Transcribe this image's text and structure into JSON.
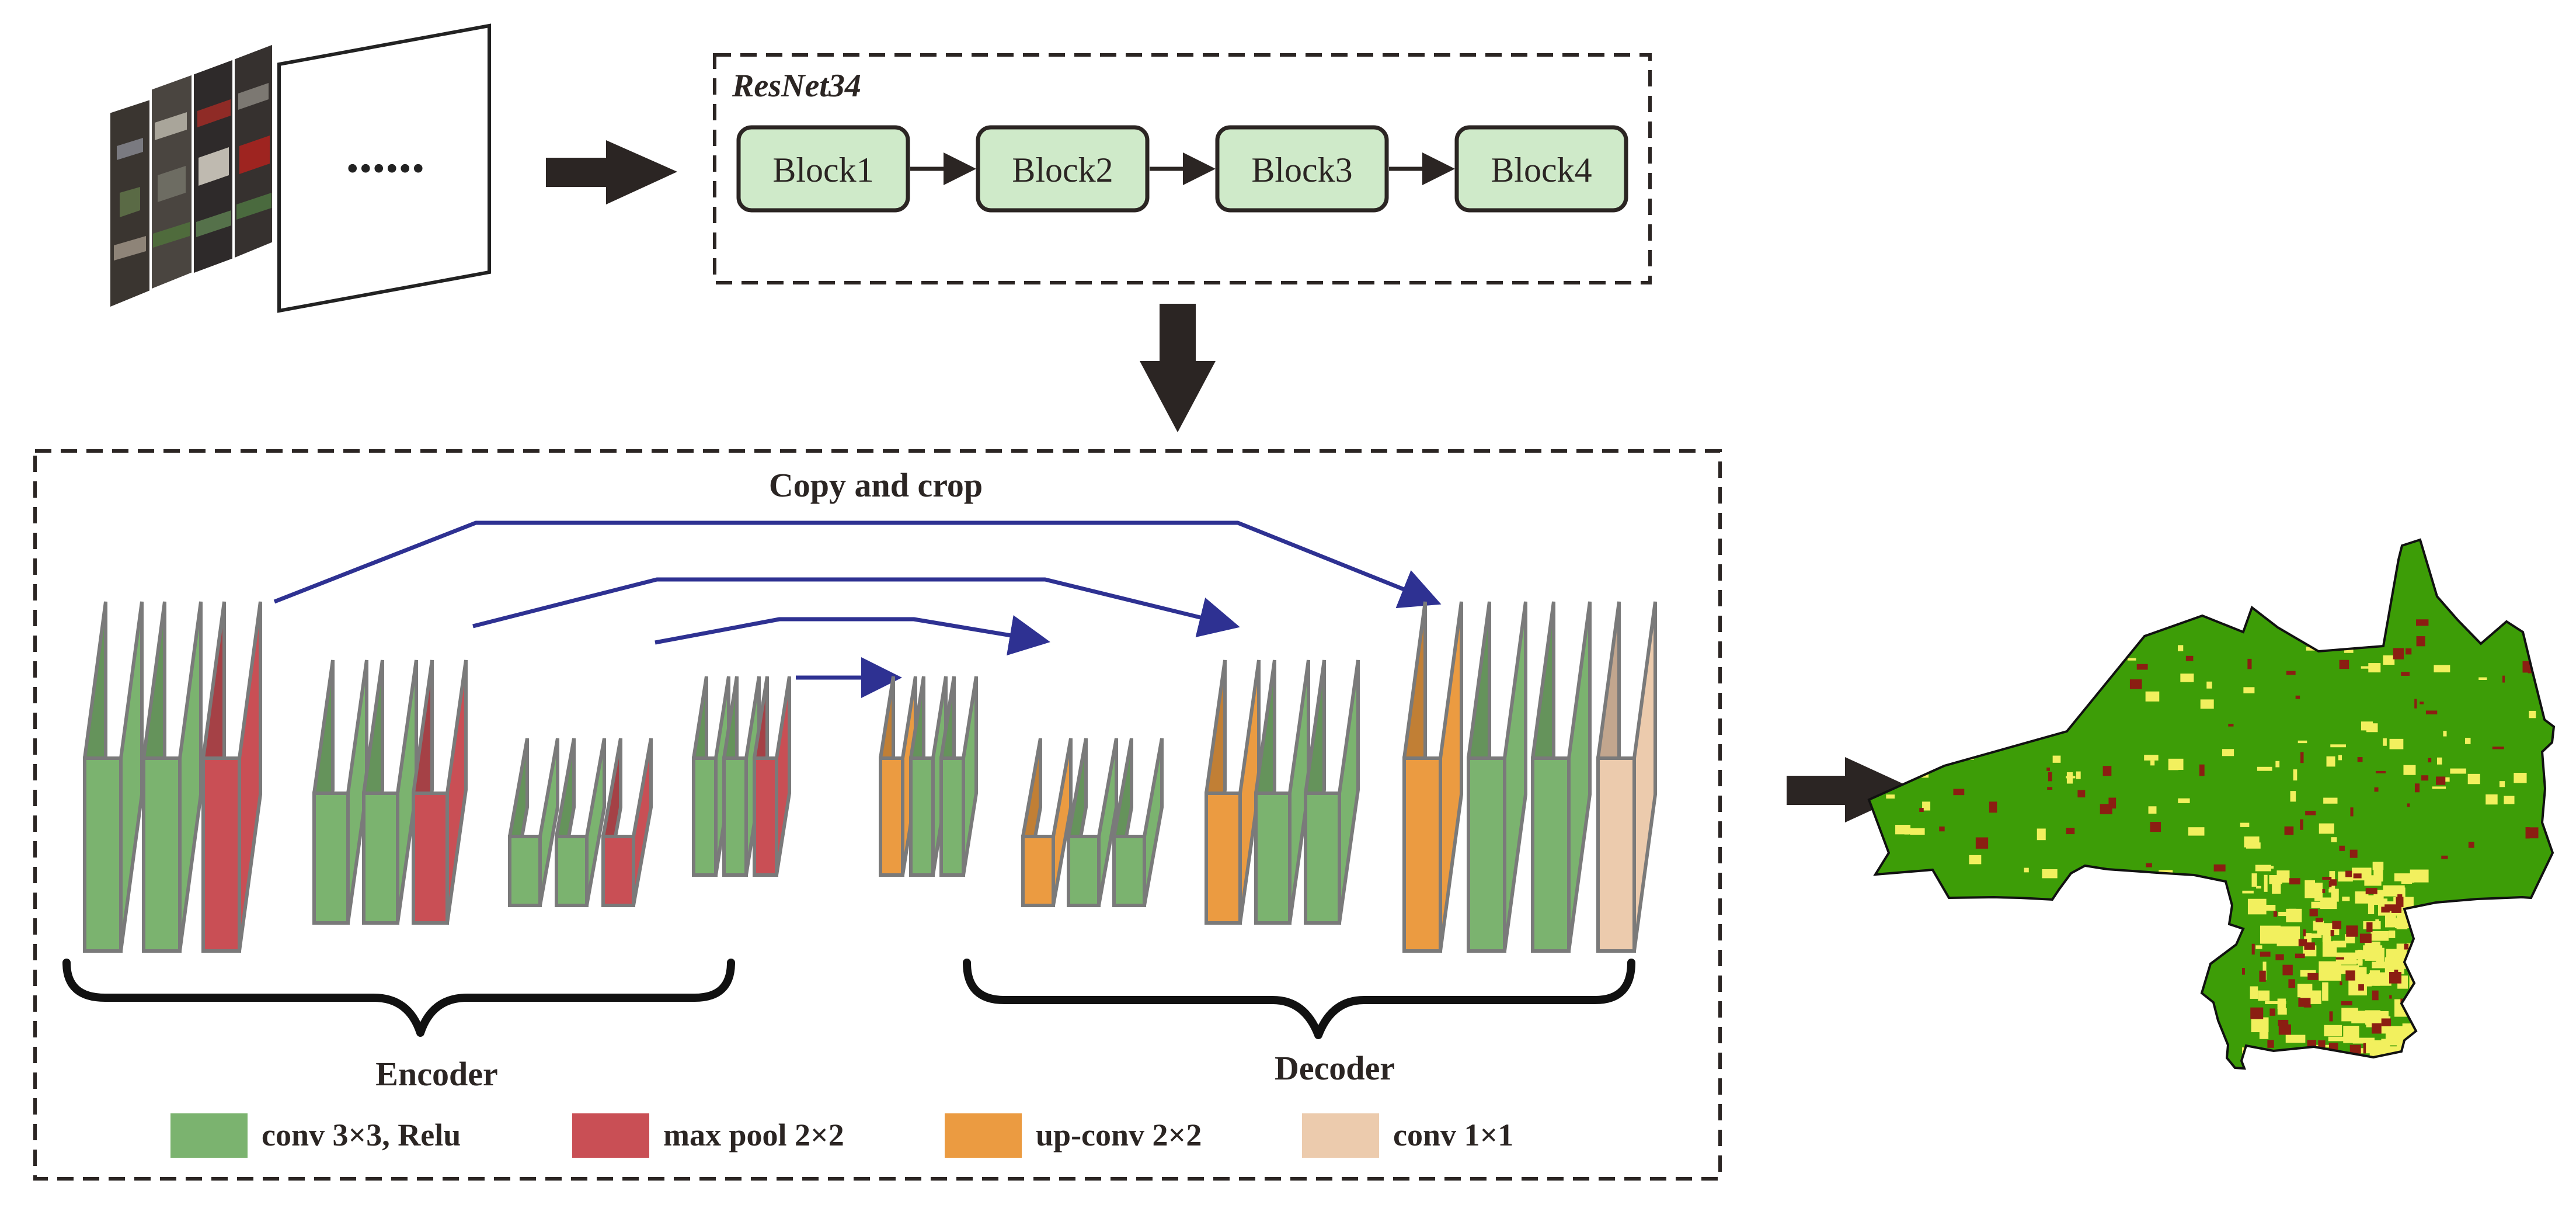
{
  "resnet": {
    "title": "ResNet34",
    "blocks": [
      "Block1",
      "Block2",
      "Block3",
      "Block4"
    ]
  },
  "input_stack": {
    "placeholder": "......",
    "image_count": 4
  },
  "unet": {
    "copy_label": "Copy and crop",
    "encoder_label": "Encoder",
    "decoder_label": "Decoder",
    "encoder_stages": [
      [
        "conv",
        "conv",
        "pool"
      ],
      [
        "conv",
        "conv",
        "pool"
      ],
      [
        "conv",
        "conv",
        "pool"
      ],
      [
        "conv",
        "conv",
        "pool"
      ]
    ],
    "decoder_stages": [
      [
        "upconv",
        "conv",
        "conv"
      ],
      [
        "upconv",
        "conv",
        "conv"
      ],
      [
        "upconv",
        "conv",
        "conv"
      ],
      [
        "upconv",
        "conv",
        "conv",
        "conv1x1"
      ]
    ]
  },
  "legend": [
    {
      "type": "conv",
      "label": "conv 3×3, Relu"
    },
    {
      "type": "pool",
      "label": "max pool 2×2"
    },
    {
      "type": "upconv",
      "label": "up-conv 2×2"
    },
    {
      "type": "conv1x1",
      "label": "conv 1×1"
    }
  ],
  "colors": {
    "conv": "#7bb36f",
    "pool": "#c94f55",
    "upconv": "#eb9b41",
    "conv1x1": "#eccbad",
    "block_fill": "#cfeac9",
    "skip_arrow": "#2e3192",
    "arrow": "#2b2523",
    "map_green": "#3d9d07",
    "map_yellow": "#f2f05e",
    "map_brown": "#8b1e12"
  }
}
